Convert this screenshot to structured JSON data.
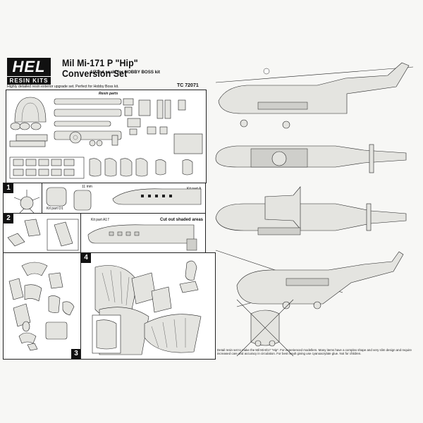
{
  "brand": {
    "logo_main": "HEL",
    "logo_sub": "RESIN KITS"
  },
  "header": {
    "title": "Mil Mi-171 P \"Hip\" Conversion Set",
    "subtitle": "1/72nd scale for HOBBY BOSS kit",
    "blurb": "Highly detailed resin exterior upgrade set.  Perfect for Hobby Boss kit.",
    "code": "TC 72071"
  },
  "resin_parts": {
    "label": "Resin parts"
  },
  "steps": {
    "s1": "1",
    "s2": "2",
    "s3": "3",
    "s4": "4",
    "mm": "11 mm",
    "kit_part_a": "Kit part A",
    "kit_part_b": "Kit part A17",
    "cut_out": "Cut out shaded areas",
    "kit_part_d": "Kit part D1"
  },
  "note": "Detail resin set to make the Mil Mi-8/17 \"Hip\". For experienced modellers. Many items have a complex shape and very slim design and require increased care and accuracy in circulation. For best result giving use cyanoacrylate glue. Not for children."
}
